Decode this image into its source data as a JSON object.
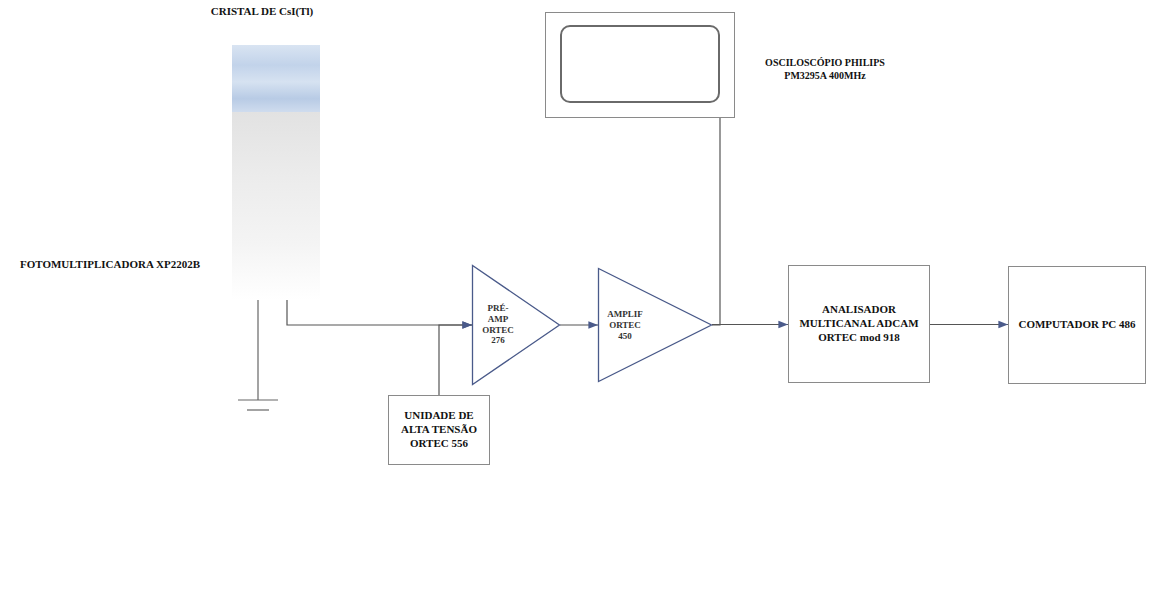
{
  "diagram": {
    "nodes": [
      {
        "text": [
          "CRISTAL DE CsI(Tl)"
        ]
      },
      {
        "text": [
          "FOTOMULTIPLICADORA XP2202B"
        ]
      },
      {
        "text": [
          "PRÉ- AMP ORTEC 276"
        ]
      },
      {
        "text": [
          "AMPLIF ORTEC 450"
        ]
      },
      {
        "text": [
          "OSCILOSCÓPIO PHILIPS PM3295A 400MHz"
        ]
      },
      {
        "text": [
          "ANALISADOR MULTICANAL ADCAM ORTEC mod 918"
        ]
      },
      {
        "text": [
          "COMPUTADOR PC 486"
        ]
      },
      {
        "text": [
          "UNIDADE DE ALTA TENSÃO ORTEC 556"
        ]
      }
    ],
    "edges": [
      {
        "from": 1,
        "to": 2,
        "arrow": "to"
      },
      {
        "from": 7,
        "to": 2,
        "arrow": "to"
      },
      {
        "from": 2,
        "to": 3,
        "arrow": "to"
      },
      {
        "from": 3,
        "to": 4,
        "arrow": "none"
      },
      {
        "from": 3,
        "to": 5,
        "arrow": "to"
      },
      {
        "from": 5,
        "to": 6,
        "arrow": "to"
      }
    ]
  }
}
